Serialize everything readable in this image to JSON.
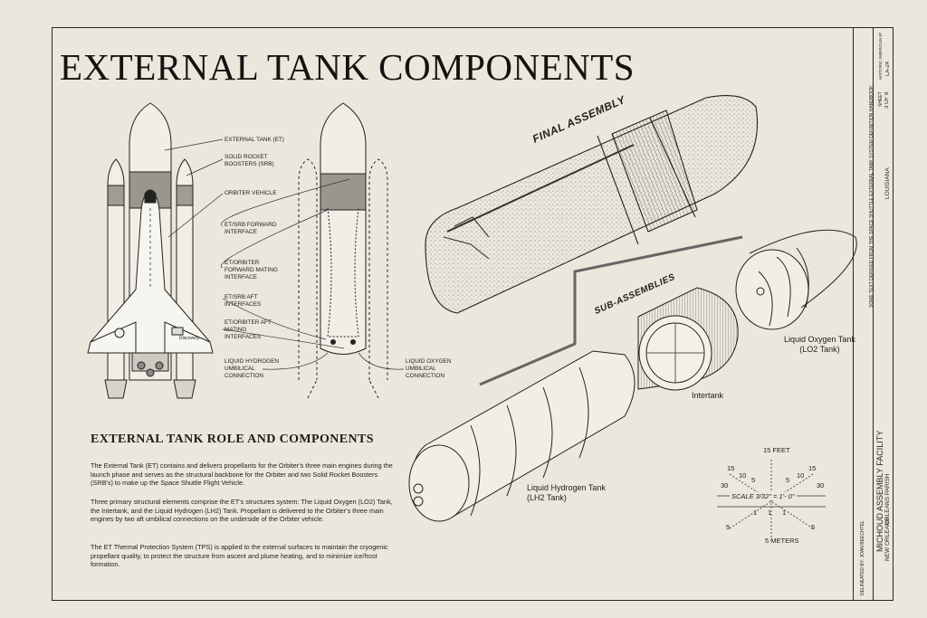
{
  "title": "EXTERNAL TANK COMPONENTS",
  "callouts": {
    "external_tank": "EXTERNAL TANK (ET)",
    "srb_line1": "SOLID ROCKET",
    "srb_line2": "BOOSTERS (SRB)",
    "orbiter": "ORBITER VEHICLE",
    "et_srb_fwd_line1": "ET/SRB FORWARD",
    "et_srb_fwd_line2": "INTERFACE",
    "et_orb_fwd_line1": "ET/ORBITER",
    "et_orb_fwd_line2": "FORWARD MATING",
    "et_orb_fwd_line3": "INTERFACE",
    "et_srb_aft_line1": "ET/SRB AFT",
    "et_srb_aft_line2": "INTERFACES",
    "et_orb_aft_line1": "ET/ORBITER AFT",
    "et_orb_aft_line2": "MATING",
    "et_orb_aft_line3": "INTERFACES",
    "lh2_umb_line1": "LIQUID HYDROGEN",
    "lh2_umb_line2": "UMBILICAL",
    "lh2_umb_line3": "CONNECTION",
    "lo2_umb_line1": "LIQUID OXYGEN",
    "lo2_umb_line2": "UMBILICAL",
    "lo2_umb_line3": "CONNECTION",
    "orbiter_name": "Discovery"
  },
  "stages": {
    "final": "FINAL ASSEMBLY",
    "sub": "SUB-ASSEMBLIES"
  },
  "parts": {
    "lo2_line1": "Liquid Oxygen Tank",
    "lo2_line2": "(LO2 Tank)",
    "intertank": "Intertank",
    "lh2_line1": "Liquid Hydrogen Tank",
    "lh2_line2": "(LH2 Tank)"
  },
  "section": {
    "heading": "EXTERNAL TANK  ROLE AND COMPONENTS",
    "paragraphs": [
      "The External Tank (ET) contains and delivers propellants for the Orbiter's three main engines during the launch phase and serves as the structural backbone for the Orbiter and two Solid Rocket Boosters (SRB's) to make up the Space Shuttle Flight Vehicle.",
      "Three primary structural elements comprise the ET's structures system:  The Liquid Oxygen (LO2) Tank, the Intertank, and the Liquid Hydrogen (LH2) Tank.  Propellant is delivered to the Orbiter's three main engines by two aft umbilical connections on the underside of the Orbiter vehicle.",
      "The ET Thermal Protection System (TPS) is applied to the external surfaces to maintain the cryogenic propellant quality, to protect the structure from ascent and plume heating, and to minimize ice/frost formation."
    ]
  },
  "scale": {
    "feet_label": "15 FEET",
    "meters_label": "5  METERS",
    "scale_label": "SCALE  3/32\" = 1'- 0\"",
    "ticks_top": [
      "15",
      "10",
      "5",
      "5",
      "10",
      "15"
    ],
    "ticks_side": [
      "30",
      "30"
    ],
    "ticks_bottom": [
      "5",
      "1",
      "1",
      "1",
      "5"
    ]
  },
  "title_block": {
    "drawn_by": "DELINEATED BY:  JOAN BEECHTEL",
    "source": "SOME TEXT DERIVED FROM THE SPACE SHUTTLE EXTERNAL TANK SYSTEM DEFINITION HANDBOOK",
    "facility": "MICHOUD ASSEMBLY FACILITY",
    "parish": "ORLEANS PARISH",
    "city": "NEW ORLEANS",
    "state": "LOUISIANA",
    "sheet_label": "SHEET",
    "sheet_number": "3 OF 8",
    "survey": "HISTORIC AMERICAN ENGINEERING RECORD",
    "record_number": "LA-24"
  }
}
